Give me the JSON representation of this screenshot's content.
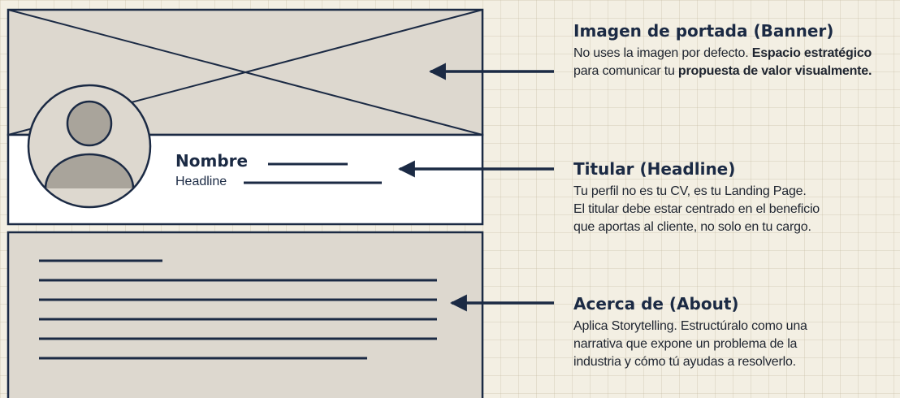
{
  "profile_mockup": {
    "name": "Nombre",
    "headline": "Headline"
  },
  "annotations": {
    "banner": {
      "title": "Imagen de portada (Banner)",
      "text_1": "No uses la imagen por defecto. ",
      "text_2_bold": "Espacio estratégico",
      "text_3": " para comunicar tu ",
      "text_4_bold": "propuesta de valor visualmente."
    },
    "headline": {
      "title": "Titular (Headline)",
      "line_1": "Tu perfil no es tu CV, es tu Landing Page.",
      "line_2": "El titular debe estar centrado en el beneficio",
      "line_3": "que aportas al cliente, no solo en tu cargo."
    },
    "about": {
      "title": "Acerca de (About)",
      "line_1": "Aplica Storytelling. Estructúralo como una",
      "line_2": "narrativa que expone un problema de la",
      "line_3": "industria y cómo tú ayudas a resolverlo."
    }
  },
  "colors": {
    "background": "#f3efe3",
    "navy": "#1b2a44",
    "placeholder_fill": "#ddd8cf",
    "white": "#ffffff"
  }
}
